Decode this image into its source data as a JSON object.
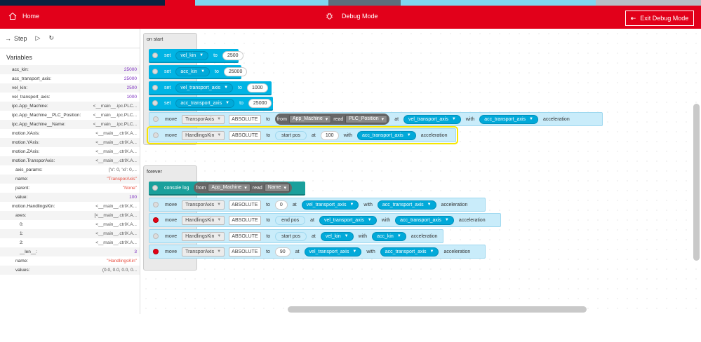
{
  "header": {
    "home_label": "Home",
    "title": "Debug Mode",
    "exit_label": "Exit Debug Mode"
  },
  "colors": {
    "brand": "#e2001a",
    "block": "#00b4e4",
    "block_light": "#c9ecfa",
    "teal": "#1aa09c",
    "highlight": "#f7e600"
  },
  "toolbar": {
    "step_label": "Step"
  },
  "variables": {
    "title": "Variables",
    "items": [
      {
        "name": "acc_kin:",
        "value": "25000"
      },
      {
        "name": "acc_transport_axis:",
        "value": "25000"
      },
      {
        "name": "vel_kin:",
        "value": "2500"
      },
      {
        "name": "vel_transport_axis:",
        "value": "1000"
      },
      {
        "name": "ipc.App_Machine:",
        "value": "<__main__.ipc.PLC..."
      },
      {
        "name": "ipc.App_Machine__PLC_Position:",
        "value": "<__main__.ipc.PLC..."
      },
      {
        "name": "ipc.App_Machine__Name:",
        "value": "<__main__.ipc.PLC..."
      },
      {
        "name": "motion.XAxis:",
        "value": "<__main__.ctrlX.A..."
      },
      {
        "name": "motion.YAxis:",
        "value": "<__main__.ctrlX.A..."
      },
      {
        "name": "motion.ZAxis:",
        "value": "<__main__.ctrlX.A..."
      },
      {
        "name": "motion.TransporAxis:",
        "value": "<__main__.ctrlX.A..."
      },
      {
        "name": "axis_params:",
        "value": "{'x': 0, 'xi': 0,..."
      },
      {
        "name": "name:",
        "value": "\"TransporAxis\""
      },
      {
        "name": "parent:",
        "value": "\"None\""
      },
      {
        "name": "value:",
        "value": "100"
      },
      {
        "name": "motion.HandlingsKin:",
        "value": "<__main__.ctrlX.K..."
      },
      {
        "name": "axes:",
        "value": "[<__main__.ctrlX.A..."
      },
      {
        "name": "0:",
        "value": "<__main__.ctrlX.A..."
      },
      {
        "name": "1:",
        "value": "<__main__.ctrlX.A..."
      },
      {
        "name": "2:",
        "value": "<__main__.ctrlX.A..."
      },
      {
        "name": "__len__:",
        "value": "3"
      },
      {
        "name": "name:",
        "value": "\"HandlingsKin\""
      },
      {
        "name": "values:",
        "value": "(0.0, 0.0, 0.0, 0..."
      }
    ]
  },
  "program": {
    "on_start_label": "on start",
    "forever_label": "forever",
    "set_label": "set",
    "to_label": "to",
    "at_label": "at",
    "with_label": "with",
    "move_label": "move",
    "acceleration_label": "acceleration",
    "from_label": "from",
    "read_label": "read",
    "console_log_label": "console log",
    "start_pos_label": "start pos",
    "end_pos_label": "end pos",
    "absolute_label": "ABSOLUTE",
    "set_blocks": [
      {
        "var": "vel_kin",
        "value": "2500"
      },
      {
        "var": "acc_kin",
        "value": "25000"
      },
      {
        "var": "vel_transport_axis",
        "value": "1000"
      },
      {
        "var": "acc_transport_axis",
        "value": "25000"
      }
    ],
    "move1": {
      "axis": "TransporAxis",
      "source": "App_Machine",
      "field": "PLC_Position",
      "vel": "vel_transport_axis",
      "acc": "acc_transport_axis"
    },
    "move2": {
      "axis": "HandlingsKin",
      "pos": "100",
      "acc": "acc_transport_axis"
    },
    "log": {
      "source": "App_Machine",
      "field": "Name"
    },
    "f1": {
      "axis": "TransporAxis",
      "pos": "0",
      "vel": "vel_transport_axis",
      "acc": "acc_transport_axis"
    },
    "f2": {
      "axis": "HandlingsKin",
      "vel": "vel_transport_axis",
      "acc": "acc_transport_axis"
    },
    "f3": {
      "axis": "HandlingsKin",
      "vel": "vel_kin",
      "acc": "acc_kin"
    },
    "f4": {
      "axis": "TransporAxis",
      "pos": "90",
      "vel": "vel_transport_axis",
      "acc": "acc_transport_axis"
    }
  }
}
